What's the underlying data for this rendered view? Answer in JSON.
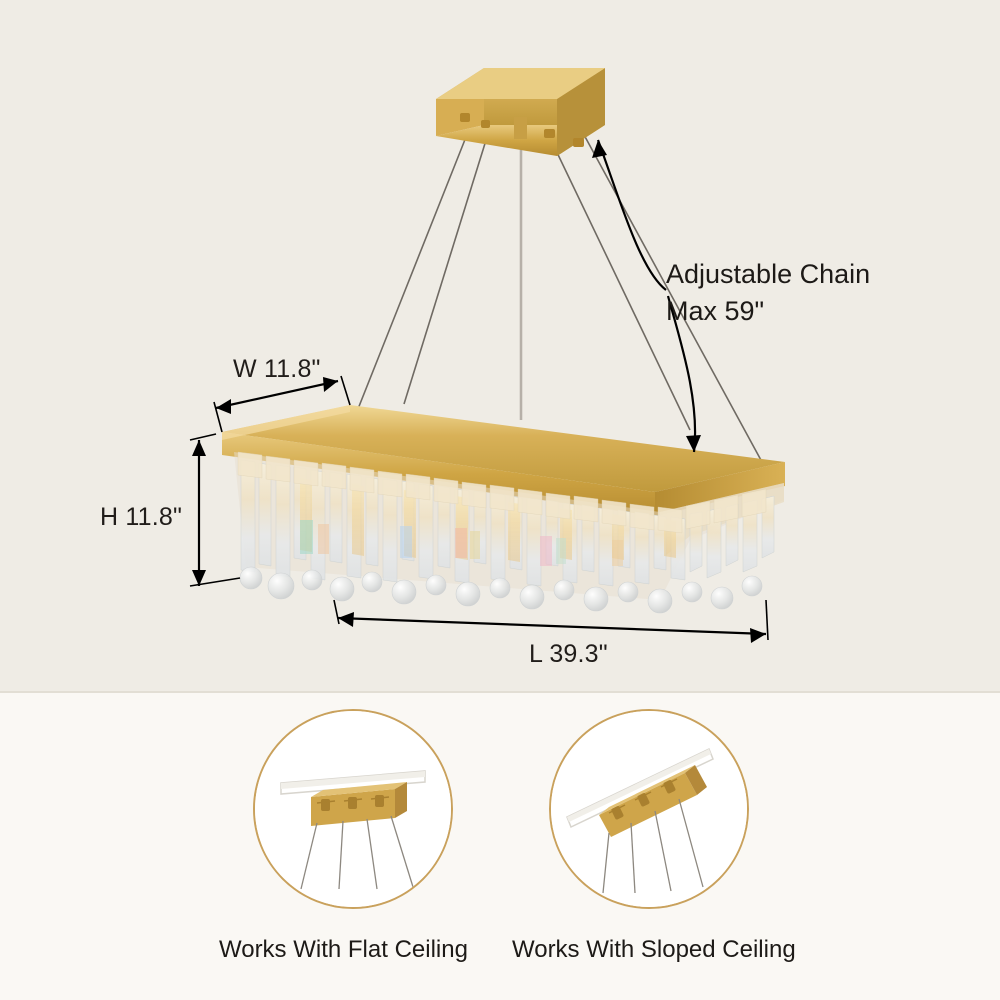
{
  "product": {
    "type": "rectangular crystal chandelier",
    "finish_color": "#c9a24a",
    "body_color": "#d9ad4e"
  },
  "annotations": {
    "chain": {
      "line1": "Adjustable Chain",
      "line2": "Max 59\""
    },
    "width": "W 11.8\"",
    "height": "H 11.8\"",
    "length": "L 39.3\""
  },
  "ceiling_options": [
    {
      "id": "flat",
      "caption": "Works With Flat Ceiling",
      "canopy_color": "#c9a24a",
      "ceiling_color": "#ffffff"
    },
    {
      "id": "sloped",
      "caption": "Works With Sloped Ceiling",
      "canopy_color": "#c9a24a",
      "ceiling_color": "#ffffff"
    }
  ],
  "colors": {
    "top_background": "#efece5",
    "bottom_background": "#faf8f4",
    "circle_border": "#c9a15c",
    "text": "#1d1a17",
    "arrow": "#000000"
  }
}
